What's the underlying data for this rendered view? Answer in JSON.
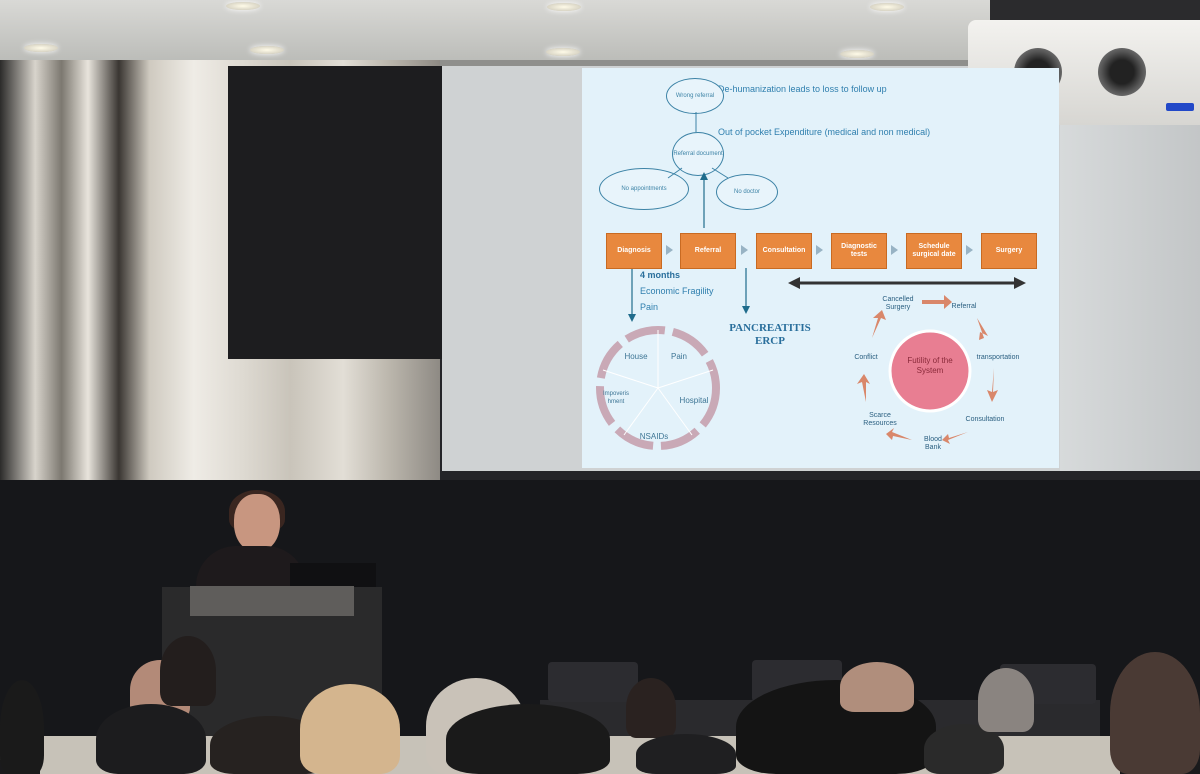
{
  "slide": {
    "boxes": [
      "Diagnosis",
      "Referral",
      "Consultation",
      "Diagnostic tests",
      "Schedule surgical date",
      "Surgery"
    ],
    "header_line1": "De-humanization leads to loss to follow up",
    "header_line2": "Out of pocket Expenditure (medical and non medical)",
    "bubbles": {
      "wrong_referral": "Wrong referral",
      "referral_document": "Referral document",
      "no_appointments": "No appointments",
      "no_doctor": "No doctor"
    },
    "timeline": {
      "months": "4 months",
      "economic": "Economic Fragility",
      "pain": "Pain"
    },
    "pancreatitis": "PANCREATITIS",
    "ercp": "ERCP",
    "pie": [
      "House",
      "Pain",
      "Hospital",
      "NSAIDs",
      "Impoveris hment"
    ],
    "cycle": {
      "center": "Futility of the System",
      "items": [
        "Cancelled Surgery",
        "Referral",
        "transportation",
        "Consultation",
        "Blood Bank",
        "Scarce Resources",
        "Conflict"
      ]
    },
    "colors": {
      "box": "#e8883e",
      "background": "#e3f2fa",
      "text_blue": "#2f7fae",
      "center_circle": "#e87e92"
    }
  }
}
